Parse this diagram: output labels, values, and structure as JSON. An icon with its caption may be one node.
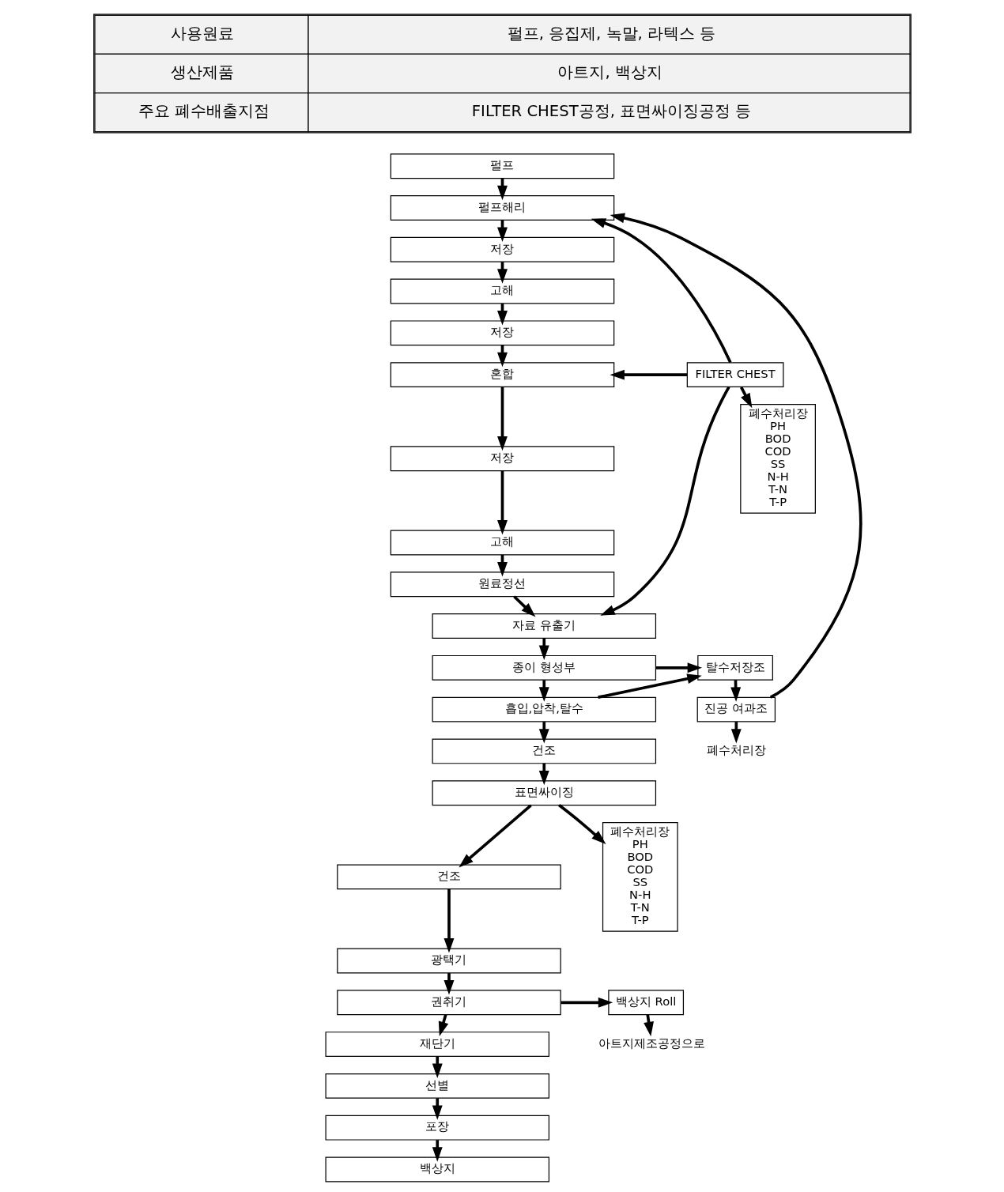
{
  "diagram": {
    "nodes": [
      {
        "text": [
          "펄프"
        ]
      },
      {
        "text": [
          "펄프해리"
        ]
      },
      {
        "text": [
          "저장"
        ]
      },
      {
        "text": [
          "고해"
        ]
      },
      {
        "text": [
          "저장"
        ]
      },
      {
        "text": [
          "혼합"
        ]
      },
      {
        "text": [
          "저장"
        ]
      },
      {
        "text": [
          "고해"
        ]
      },
      {
        "text": [
          "원료정선"
        ]
      },
      {
        "text": [
          "자료 유출기"
        ]
      },
      {
        "text": [
          "종이 형성부"
        ]
      },
      {
        "text": [
          "흡입,압착,탈수"
        ]
      },
      {
        "text": [
          "건조"
        ]
      },
      {
        "text": [
          "표면싸이징"
        ]
      },
      {
        "text": [
          "건조"
        ]
      },
      {
        "text": [
          "광택기"
        ]
      },
      {
        "text": [
          "권취기"
        ]
      },
      {
        "text": [
          "재단기"
        ]
      },
      {
        "text": [
          "선별"
        ]
      },
      {
        "text": [
          "포장"
        ]
      },
      {
        "text": [
          "백상지"
        ]
      },
      {
        "text": [
          "FILTER CHEST"
        ]
      },
      {
        "text": [
          "탈수저장조"
        ]
      },
      {
        "text": [
          "진공 여과조"
        ]
      },
      {
        "text": [
          "폐수처리장"
        ]
      },
      {
        "text": [
          "폐수처리장",
          "PH",
          "BOD",
          "COD",
          "SS",
          "N-H",
          "T-N",
          "T-P"
        ]
      },
      {
        "text": [
          "백상지 Roll"
        ]
      },
      {
        "text": [
          "아트지제조공정으로"
        ]
      },
      {
        "text": [
          "폐수처리장",
          "PH",
          "BOD",
          "COD",
          "SS",
          "N-H",
          "T-N",
          "T-P"
        ]
      }
    ],
    "edges": [
      {
        "from": 0,
        "to": 1,
        "arrow": "to"
      },
      {
        "from": 1,
        "to": 2,
        "arrow": "to"
      },
      {
        "from": 2,
        "to": 3,
        "arrow": "to"
      },
      {
        "from": 3,
        "to": 4,
        "arrow": "to"
      },
      {
        "from": 4,
        "to": 5,
        "arrow": "to"
      },
      {
        "from": 5,
        "to": 6,
        "arrow": "to"
      },
      {
        "from": 6,
        "to": 7,
        "arrow": "to"
      },
      {
        "from": 7,
        "to": 8,
        "arrow": "to"
      },
      {
        "from": 8,
        "to": 9,
        "arrow": "to"
      },
      {
        "from": 9,
        "to": 10,
        "arrow": "to"
      },
      {
        "from": 10,
        "to": 11,
        "arrow": "to"
      },
      {
        "from": 11,
        "to": 12,
        "arrow": "to"
      },
      {
        "from": 12,
        "to": 13,
        "arrow": "to"
      },
      {
        "from": 13,
        "to": 14,
        "arrow": "to"
      },
      {
        "from": 14,
        "to": 15,
        "arrow": "to"
      },
      {
        "from": 15,
        "to": 16,
        "arrow": "to"
      },
      {
        "from": 16,
        "to": 17,
        "arrow": "to"
      },
      {
        "from": 17,
        "to": 18,
        "arrow": "to"
      },
      {
        "from": 18,
        "to": 19,
        "arrow": "to"
      },
      {
        "from": 19,
        "to": 20,
        "arrow": "to"
      },
      {
        "from": 21,
        "to": 5,
        "arrow": "to"
      },
      {
        "from": 21,
        "to": 1,
        "arrow": "to"
      },
      {
        "from": 21,
        "to": 9,
        "arrow": "to"
      },
      {
        "from": 21,
        "to": 25,
        "arrow": "to"
      },
      {
        "from": 10,
        "to": 22,
        "arrow": "to"
      },
      {
        "from": 11,
        "to": 22,
        "arrow": "to"
      },
      {
        "from": 22,
        "to": 23,
        "arrow": "to"
      },
      {
        "from": 23,
        "to": 24,
        "arrow": "to"
      },
      {
        "from": 23,
        "to": 1,
        "arrow": "to"
      },
      {
        "from": 13,
        "to": 28,
        "arrow": "to"
      },
      {
        "from": 16,
        "to": 26,
        "arrow": "to"
      },
      {
        "from": 26,
        "to": 27,
        "arrow": "to"
      }
    ],
    "labels": [
      "사용원료",
      "펄프, 응집제, 녹말, 라텍스 등",
      "생산제품",
      "아트지, 백상지",
      "주요 폐수배출지점",
      "FILTER CHEST공정, 표면싸이징공정 등"
    ]
  }
}
